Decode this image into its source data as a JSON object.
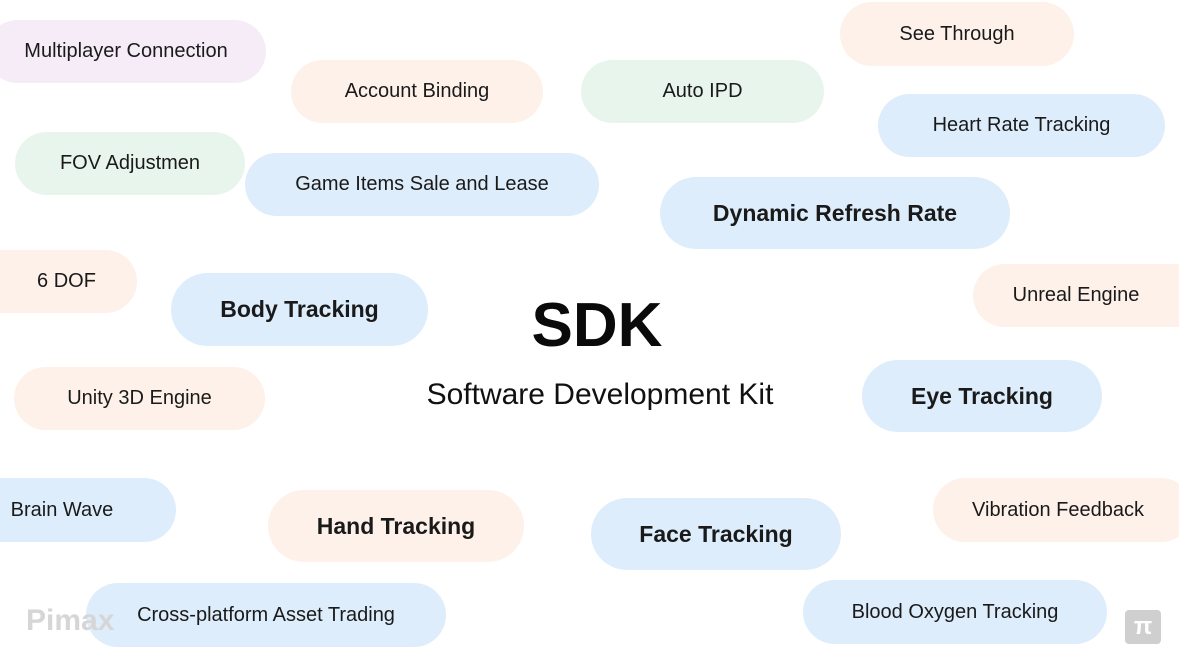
{
  "title": "SDK",
  "subtitle": "Software Development Kit",
  "watermark": "Pimax",
  "corner_logo": "π",
  "colors": {
    "blue": "#deedfb",
    "peach": "#fdf1ea",
    "green": "#e8f5ec",
    "purple": "#f6ecf8"
  },
  "features": [
    "Multiplayer Connection",
    "Account Binding",
    "Auto IPD",
    "See Through",
    "Heart Rate Tracking",
    "FOV Adjustmen",
    "Game Items Sale and Lease",
    "Dynamic Refresh Rate",
    "6 DOF",
    "Body Tracking",
    "Unreal Engine",
    "Unity 3D Engine",
    "Eye Tracking",
    "Brain Wave",
    "Hand Tracking",
    "Face Tracking",
    "Vibration Feedback",
    "Cross-platform Asset Trading",
    "Blood Oxygen Tracking"
  ]
}
